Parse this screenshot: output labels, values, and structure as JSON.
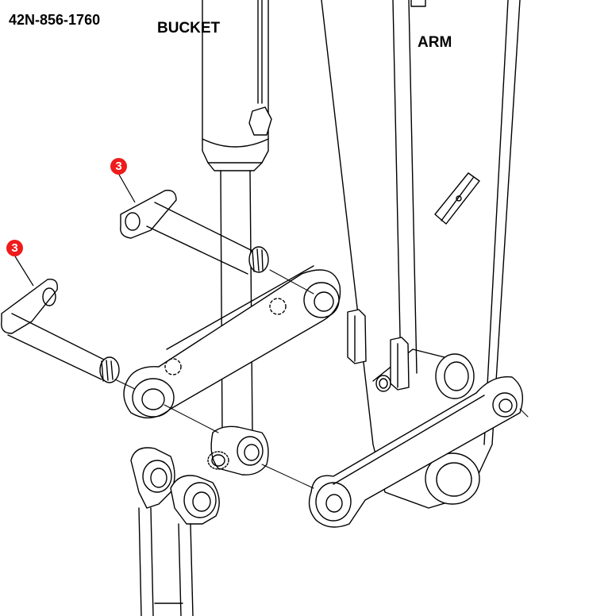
{
  "part_number": "42N-856-1760",
  "labels": {
    "bucket": "BUCKET",
    "arm": "ARM"
  },
  "callouts": [
    {
      "number": "3",
      "color": "#ee1c1c"
    },
    {
      "number": "3",
      "color": "#ee1c1c"
    }
  ],
  "colors": {
    "line": "#000000",
    "background": "#ffffff"
  }
}
